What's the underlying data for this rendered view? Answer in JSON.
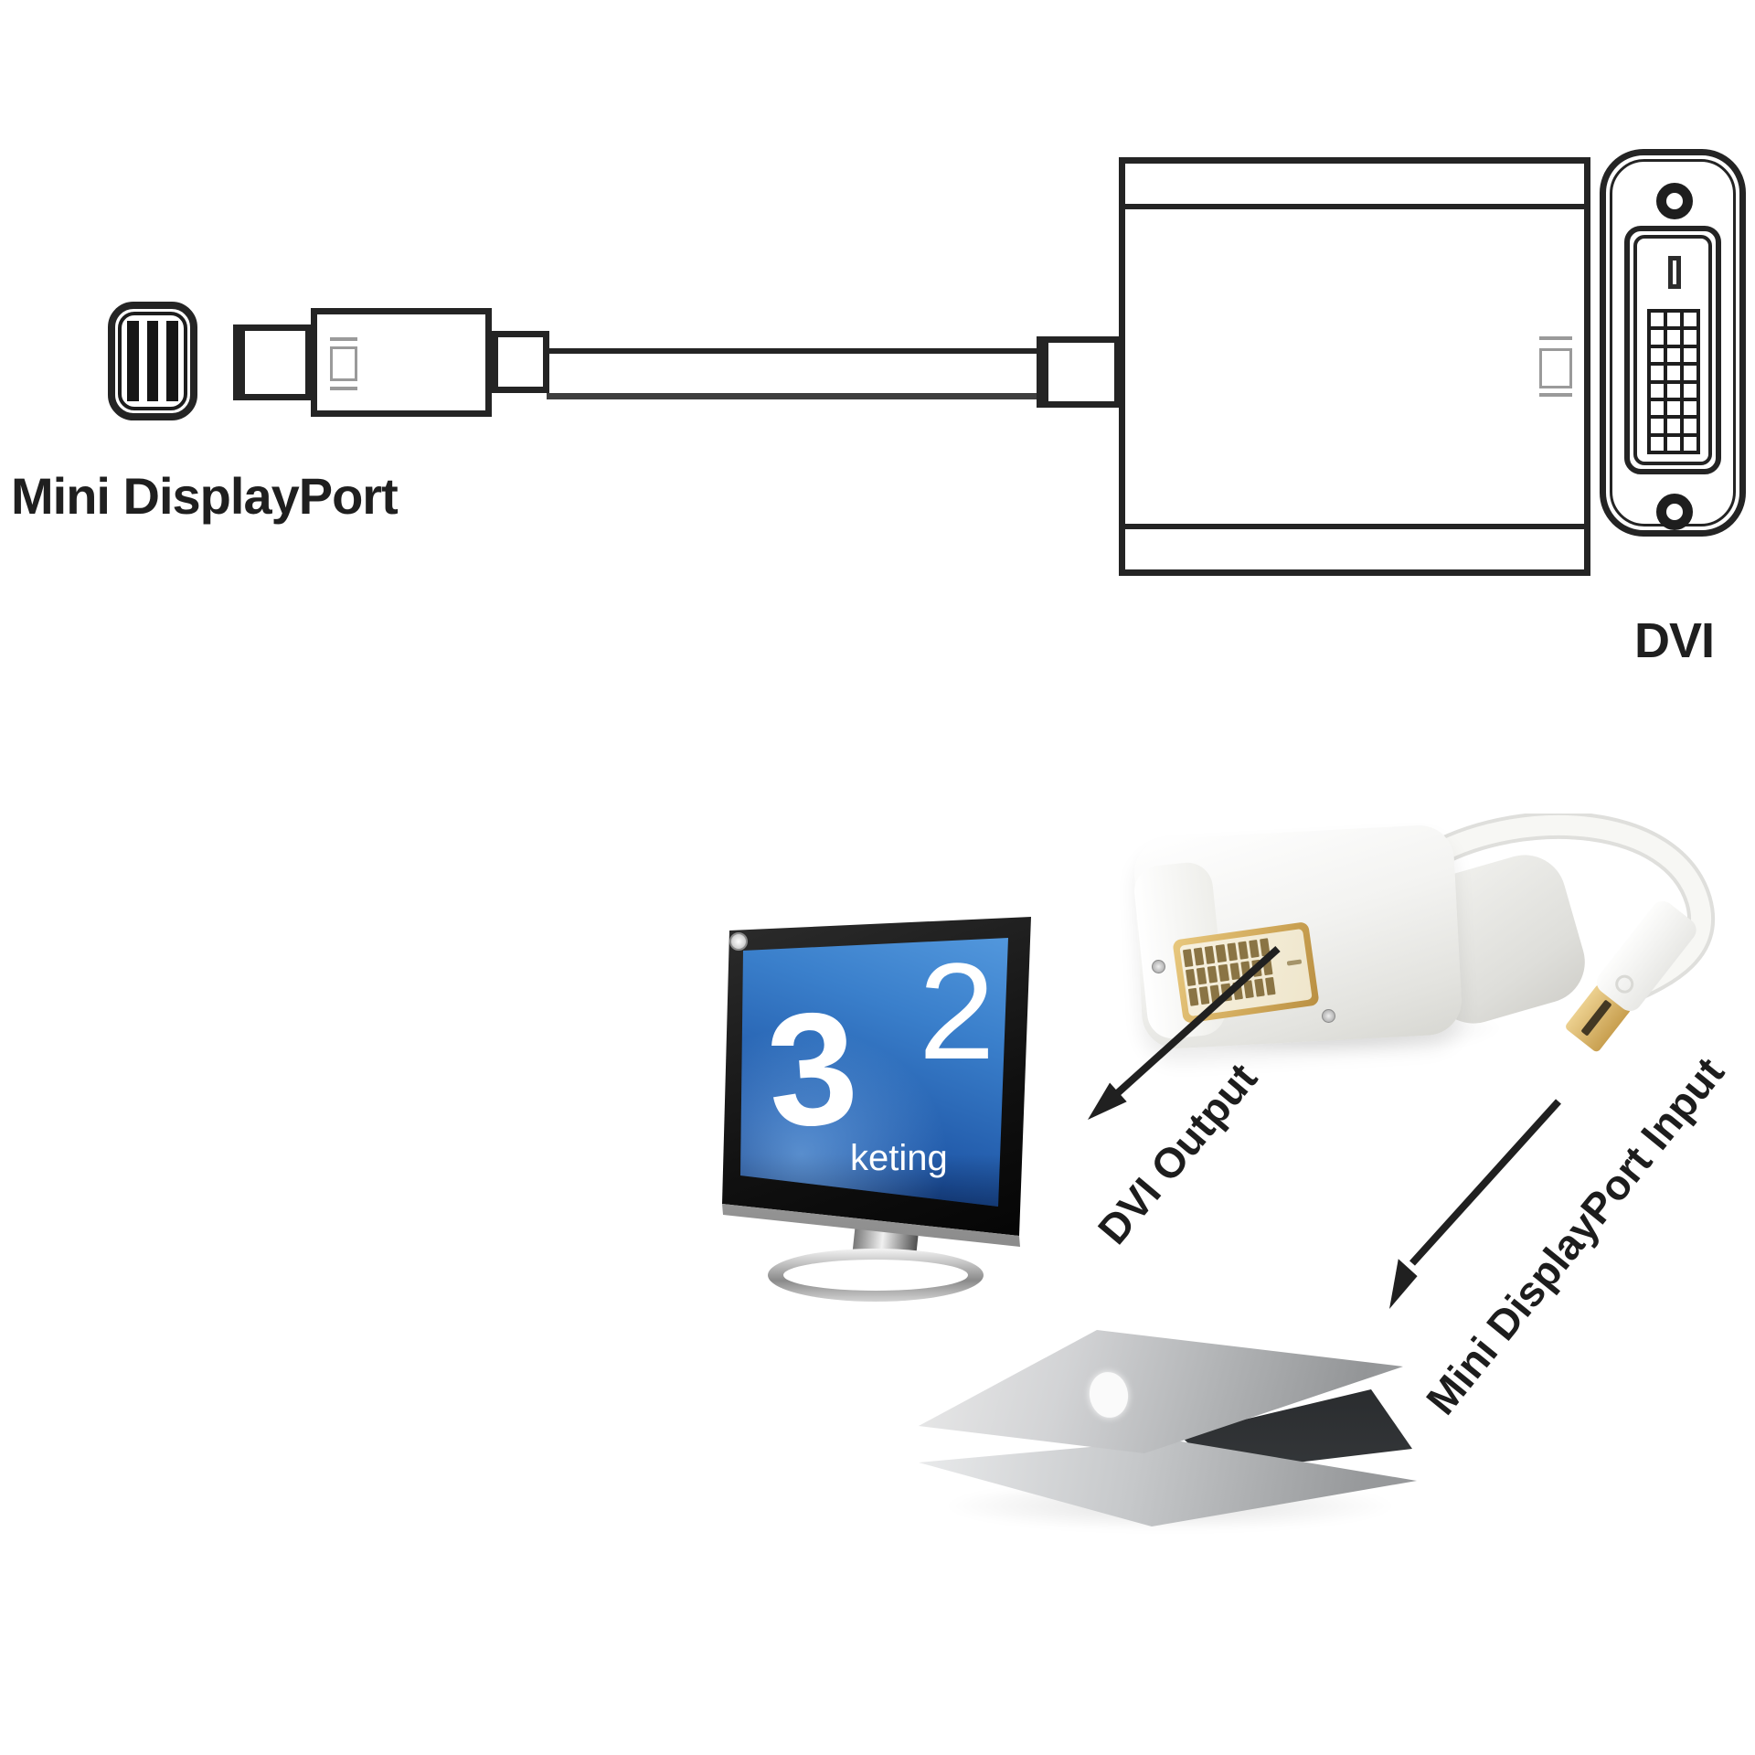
{
  "top_diagram": {
    "source_label": "Mini DisplayPort",
    "target_label": "DVI"
  },
  "bottom_illustration": {
    "output_arrow_label": "DVI Output",
    "input_arrow_label": "Mini DisplayPort Input",
    "monitor_screen": {
      "numeral_left": "3",
      "numeral_right": "2",
      "watermark_text": "keting"
    }
  },
  "colors": {
    "line_art_stroke": "#242424",
    "detail_gray": "#9a9a9a",
    "label_color": "#1f1f1f",
    "screen_blue": "#2a6cbe",
    "screen_dark": "#081c44",
    "gold": "#cfa758",
    "product_white": "#f5f5f2",
    "laptop_silver": "#b9bbbd"
  }
}
